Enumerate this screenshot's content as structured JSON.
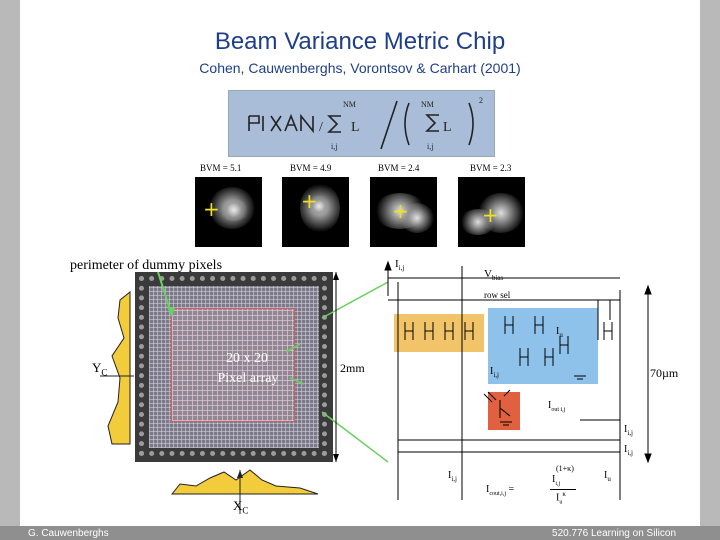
{
  "slide": {
    "title": "Beam Variance Metric Chip",
    "subtitle": "Cohen, Cauwenberghs, Vorontsov & Carhart (2001)"
  },
  "beams": [
    {
      "label": "BVM = 5.1"
    },
    {
      "label": "BVM = 4.9"
    },
    {
      "label": "BVM = 2.4"
    },
    {
      "label": "BVM = 2.3"
    }
  ],
  "chip": {
    "perimeter_label": "perimeter of dummy pixels",
    "array_label_line1": "20 x 20",
    "array_label_line2": "Pixel array",
    "size_label": "2mm",
    "yc_label": "Y",
    "yc_sub": "C",
    "xc_label": "X",
    "xc_sub": "C"
  },
  "schematic": {
    "pixel_size_label": "70µm",
    "i_top": "I",
    "i_top_sub": "i,j",
    "vbias": "V",
    "vbias_sub": "bias",
    "row_sel": "row sel",
    "iu": "I",
    "iu_sub": "u",
    "iij": "I",
    "iij_sub": "i,j",
    "iout": "I",
    "iout_sub": "out i,j",
    "right_i1": "I",
    "right_i1_sub": "i,j",
    "right_i2": "I",
    "right_i2_sub": "i,j",
    "bottom_i": "I",
    "bottom_i_sub": "i,j",
    "bottom_iu": "I",
    "bottom_iu_sub": "u",
    "eq_lhs": "I",
    "eq_lhs_sub": "cout,i,j",
    "eq_num": "(1+κ)",
    "eq_num_i": "I",
    "eq_num_sub": "i,j",
    "eq_den_i": "I",
    "eq_den_sub": "u",
    "eq_den_exp": "κ"
  },
  "footer": {
    "left": "G. Cauwenberghs",
    "right": "520.776 Learning on Silicon"
  },
  "colors": {
    "title": "#1f3e8a",
    "frame": "#b9b9b9",
    "footer": "#8f8f8f",
    "orange_block": "#f2c46a",
    "blue_block": "#8ec2ea",
    "red_block": "#e06040",
    "green_leader": "#6ad060",
    "profile_fill": "#f2cc3a"
  }
}
